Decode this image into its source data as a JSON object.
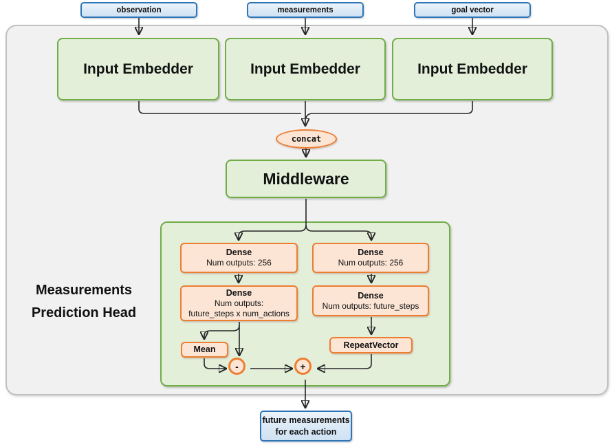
{
  "inputs": [
    {
      "label": "observation"
    },
    {
      "label": "measurements"
    },
    {
      "label": "goal vector"
    }
  ],
  "embedders": [
    {
      "label": "Input Embedder"
    },
    {
      "label": "Input Embedder"
    },
    {
      "label": "Input Embedder"
    }
  ],
  "concat_label": "concat",
  "middleware_label": "Middleware",
  "head": {
    "title_line1": "Measurements",
    "title_line2": "Prediction Head",
    "left_branch": {
      "dense1_title": "Dense",
      "dense1_sub": "Num outputs: 256",
      "dense2_title": "Dense",
      "dense2_sub1": "Num outputs:",
      "dense2_sub2": "future_steps x num_actions",
      "mean_label": "Mean",
      "minus_label": "-"
    },
    "right_branch": {
      "dense1_title": "Dense",
      "dense1_sub": "Num outputs: 256",
      "dense2_title": "Dense",
      "dense2_sub": "Num outputs: future_steps",
      "repeat_label": "RepeatVector",
      "plus_label": "+"
    }
  },
  "output": {
    "line1": "future measurements",
    "line2": "for each action"
  },
  "colors": {
    "green_border": "#70ad47",
    "green_fill": "#e4efda",
    "orange_border": "#ed7d31",
    "orange_fill": "#fce5d5",
    "blue_border": "#2e75b6",
    "blue_fill": "#d9e8f6",
    "gray_border": "#c0c0c0",
    "gray_fill": "#f1f1f1",
    "line": "#262626"
  }
}
